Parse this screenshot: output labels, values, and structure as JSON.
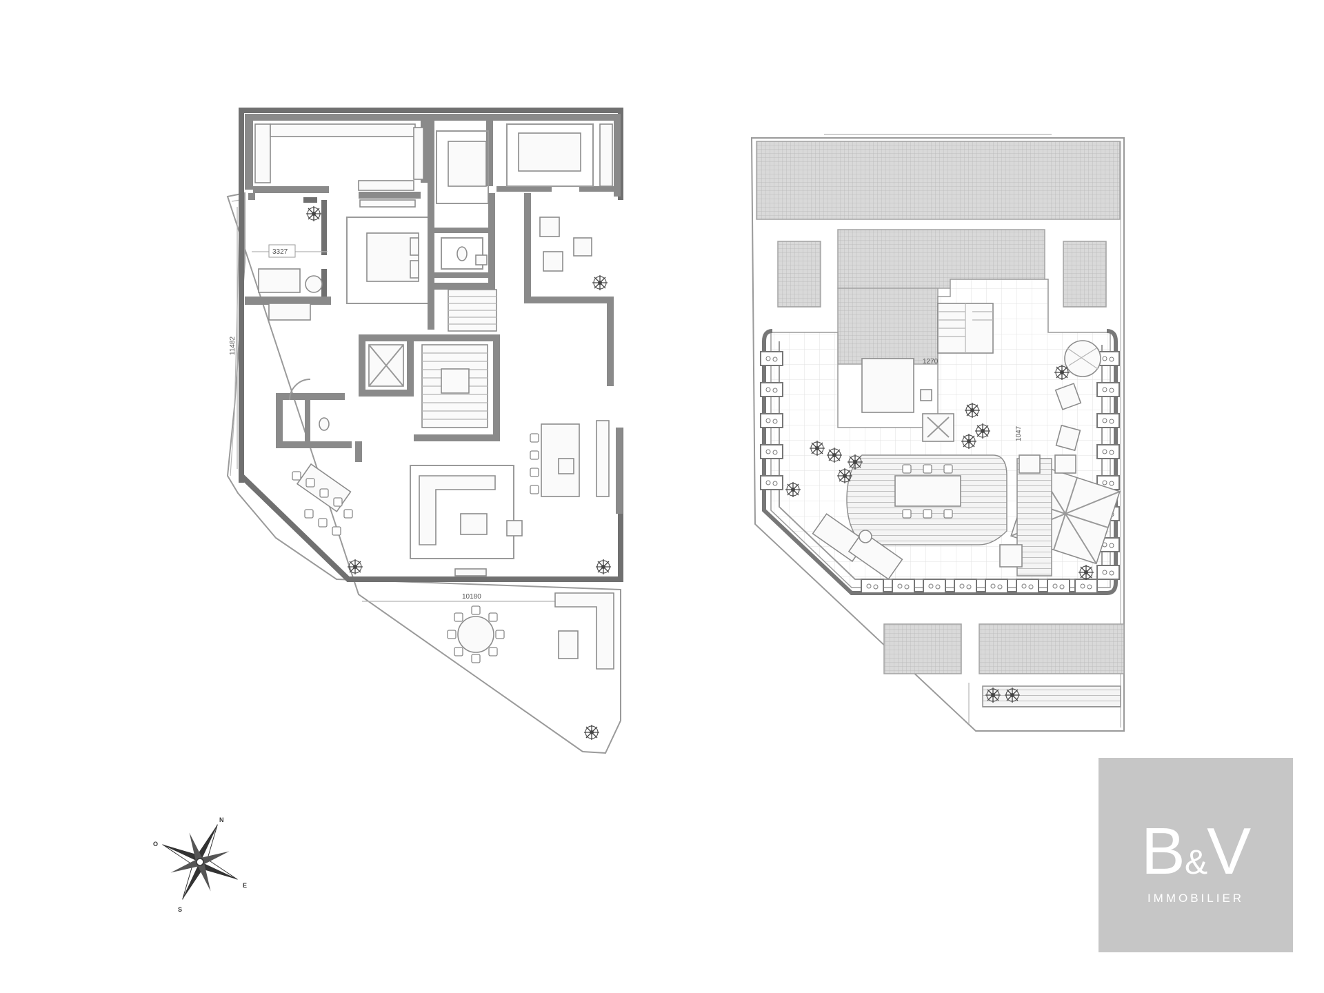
{
  "dimensions": {
    "ground_left_room": "3327",
    "ground_height": "11482",
    "ground_terrace_width": "10180",
    "roof_width_small": "1270",
    "roof_height": "1047"
  },
  "compass": {
    "n": "N",
    "o": "O",
    "s": "S",
    "e": "E"
  },
  "logo": {
    "mark_left": "B",
    "mark_amp": "&",
    "mark_right": "V",
    "subtitle": "IMMOBILIER",
    "background": "#c6c6c6",
    "text_color": "#ffffff"
  },
  "icons": [
    "compass-rose-icon",
    "plant-icon",
    "bed-icon",
    "sofa-icon",
    "parasol-icon"
  ]
}
